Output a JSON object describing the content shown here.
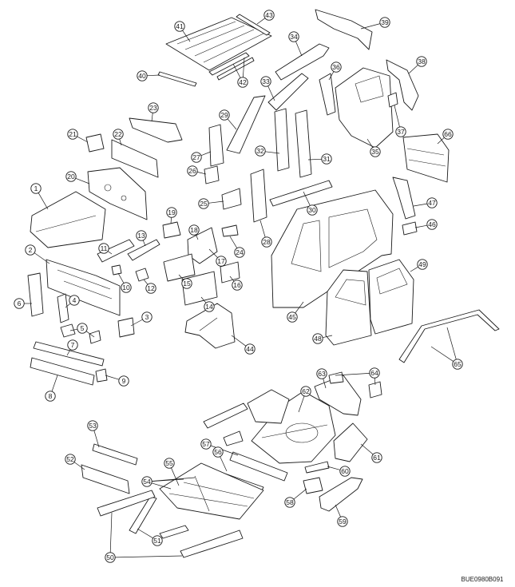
{
  "diagram": {
    "code": "BUE0980B091",
    "callouts": [
      "1",
      "2",
      "3",
      "4",
      "5",
      "6",
      "7",
      "8",
      "9",
      "10",
      "11",
      "12",
      "13",
      "14",
      "15",
      "16",
      "17",
      "18",
      "19",
      "20",
      "21",
      "22",
      "23",
      "24",
      "25",
      "26",
      "27",
      "28",
      "29",
      "30",
      "31",
      "32",
      "33",
      "34",
      "35",
      "36",
      "37",
      "38",
      "39",
      "40",
      "41",
      "42",
      "43",
      "44",
      "45",
      "46",
      "47",
      "48",
      "49",
      "50",
      "51",
      "52",
      "53",
      "54",
      "55",
      "56",
      "57",
      "58",
      "59",
      "60",
      "61",
      "62",
      "63",
      "64",
      "65",
      "66"
    ]
  }
}
